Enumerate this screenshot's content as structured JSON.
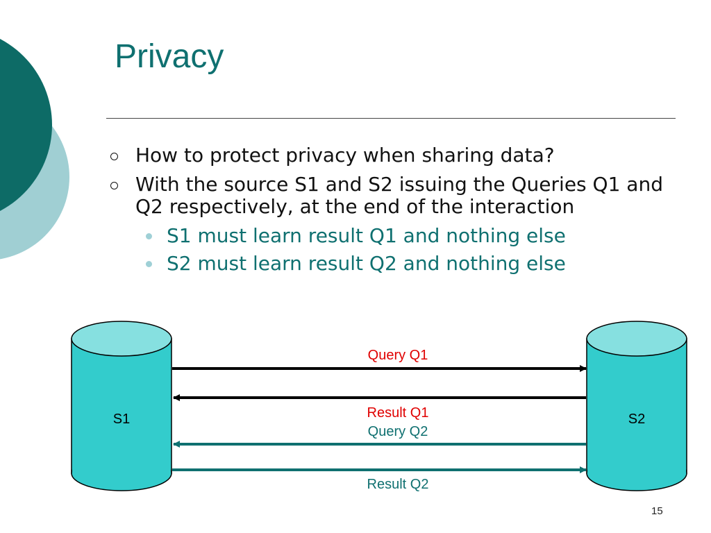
{
  "slide": {
    "title": "Privacy",
    "page_number": "15"
  },
  "bullets": [
    {
      "text": "How to protect privacy when sharing data?",
      "sub": []
    },
    {
      "text": "With the source S1 and S2 issuing the Queries Q1 and Q2 respectively, at the end of the interaction",
      "sub": [
        "S1 must learn result Q1 and nothing else",
        "S2 must learn result Q2 and nothing else"
      ]
    }
  ],
  "diagram": {
    "left_db": "S1",
    "right_db": "S2",
    "arrow1_label": "Query Q1",
    "arrow2_label": "Result Q1",
    "arrow3_label": "Query Q2",
    "arrow4_label": "Result Q2"
  },
  "colors": {
    "title": "#0f7070",
    "teal_dark": "#0d6b66",
    "teal_light": "#a0cfd3",
    "cylinder": "#33cccc",
    "cylinder_top": "#86e0e0",
    "red_label": "#e00000",
    "teal_label": "#0f7070"
  }
}
